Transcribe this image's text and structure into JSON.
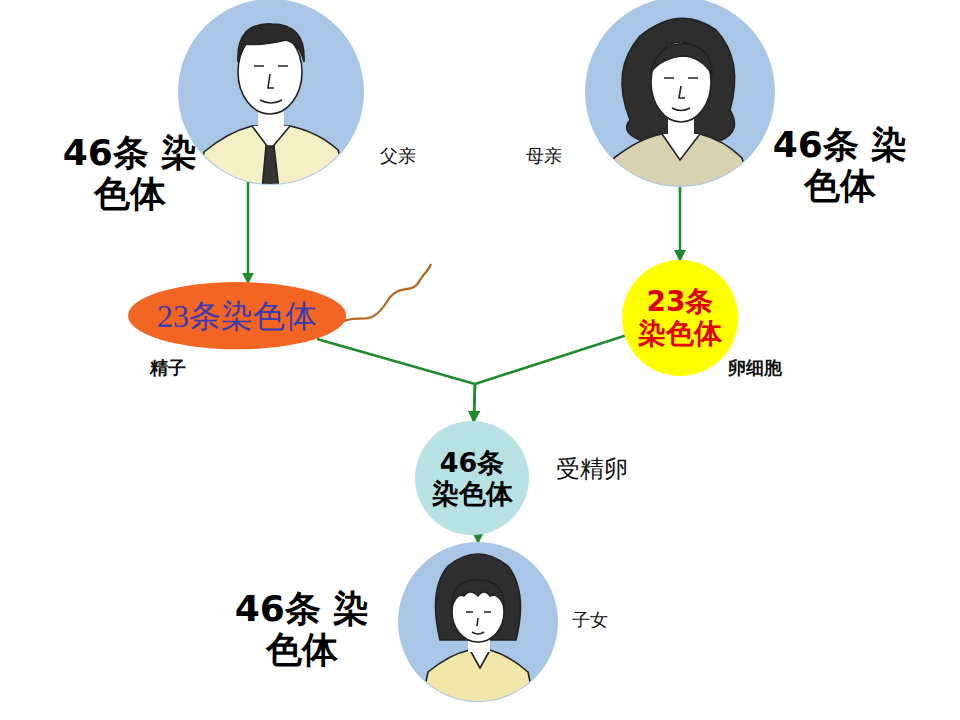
{
  "diagram": {
    "nodes": [
      {
        "text": [
          "46条 染色体",
          "父亲"
        ]
      },
      {
        "text": [
          "母亲",
          "46条 染色体"
        ]
      },
      {
        "text": [
          "23条染色体",
          "精子"
        ]
      },
      {
        "text": [
          "23条 染色体",
          "卵细胞"
        ]
      },
      {
        "text": [
          "46条 染色体",
          "受精卵"
        ]
      },
      {
        "text": [
          "46条 染色体",
          "子女"
        ]
      }
    ],
    "edges": [
      {
        "from": 0,
        "to": 2,
        "arrow": "to"
      },
      {
        "from": 1,
        "to": 3,
        "arrow": "to"
      },
      {
        "from": 2,
        "to": 4,
        "arrow": "to"
      },
      {
        "from": 3,
        "to": 4,
        "arrow": "to"
      },
      {
        "from": 4,
        "to": 5,
        "arrow": "to"
      }
    ]
  }
}
